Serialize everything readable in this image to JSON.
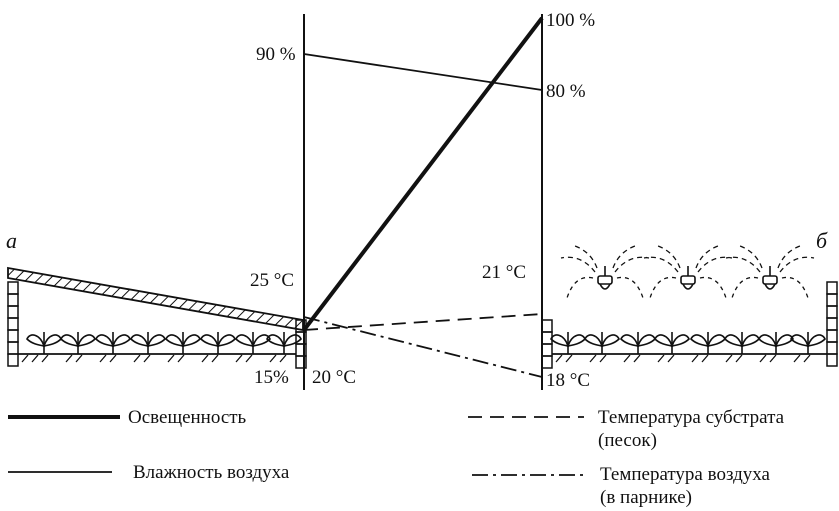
{
  "panels": {
    "left": {
      "letter": "а"
    },
    "right": {
      "letter": "б"
    }
  },
  "axes": {
    "left": {
      "top_label": "90 %",
      "mid_label": "25 °C",
      "bottom_left_label": "15%",
      "bottom_right_label": "20 °C"
    },
    "right": {
      "top_label": "100 %",
      "second_label": "80 %",
      "mid_label": "21 °C",
      "bottom_label": "18 °C"
    }
  },
  "series": {
    "illumination": {
      "from": "15%",
      "to": "100 %"
    },
    "air_humidity": {
      "from": "90 %",
      "to": "80 %"
    },
    "substrate_temperature": {
      "from": "20 °C",
      "to": "21 °C"
    },
    "air_temperature": {
      "from": "25 °C",
      "to": "18 °C"
    }
  },
  "legend": [
    {
      "style": "thick",
      "line1": "Освещенность",
      "line2": ""
    },
    {
      "style": "dashed",
      "line1": "Температура субстрата",
      "line2": "(песок)"
    },
    {
      "style": "solid",
      "line1": "Влажность воздуха",
      "line2": ""
    },
    {
      "style": "dashdot",
      "line1": "Температура воздуха",
      "line2": "(в парнике)"
    }
  ],
  "colors": {
    "ink": "#111111",
    "background": "#ffffff"
  }
}
